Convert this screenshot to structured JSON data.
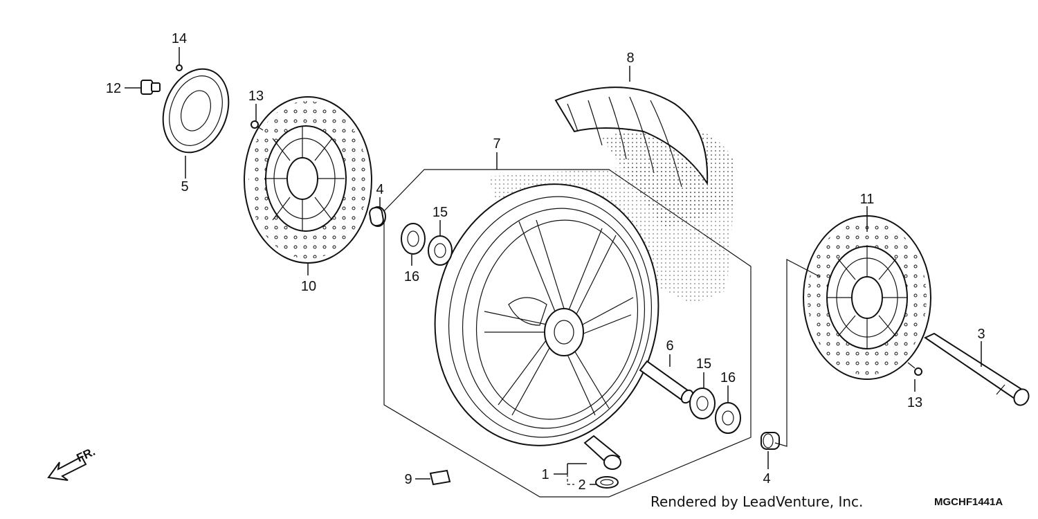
{
  "callouts": {
    "p1": "1",
    "p2": "2",
    "p3": "3",
    "p4a": "4",
    "p4b": "4",
    "p5": "5",
    "p6": "6",
    "p7": "7",
    "p8": "8",
    "p9": "9",
    "p10": "10",
    "p11": "11",
    "p12": "12",
    "p13a": "13",
    "p13b": "13",
    "p14": "14",
    "p15a": "15",
    "p15b": "15",
    "p16a": "16",
    "p16b": "16"
  },
  "direction_label": "FR.",
  "footer": {
    "credit": "Rendered by LeadVenture, Inc.",
    "diagram_code": "MGCHF1441A"
  }
}
